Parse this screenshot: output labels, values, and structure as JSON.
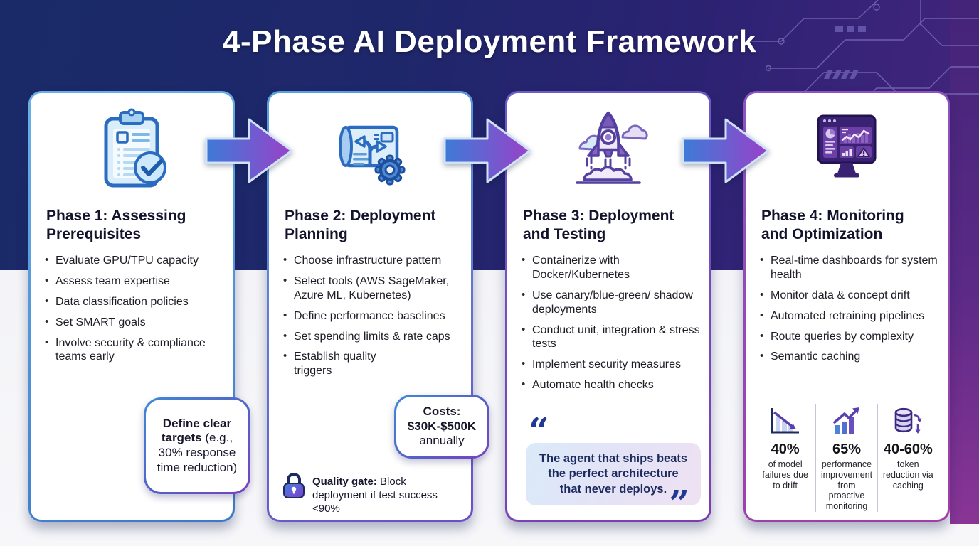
{
  "title": "4-Phase AI Deployment Framework",
  "colors": {
    "background_navy": "#1a2a68",
    "background_purple": "#44257e",
    "card_border_blue": "#4a93d8",
    "card_border_purple": "#7b3fae",
    "arrow_blue": "#3d7bd8",
    "arrow_purple": "#9a41c8",
    "quote_navy": "#1c2a5e",
    "text_dark": "#1d1d26"
  },
  "quote_marks": {
    "open": "“",
    "close": "”"
  },
  "phases": [
    {
      "icon": "clipboard-checklist-icon",
      "title": "Phase 1: Assessing Prerequisites",
      "bullets": [
        "Evaluate GPU/TPU capacity",
        "Assess team expertise",
        "Data classification policies",
        "Set SMART goals",
        "Involve security & compliance teams early"
      ],
      "callout": {
        "bold": "Define clear targets",
        "rest": " (e.g., 30% response time reduction)"
      }
    },
    {
      "icon": "blueprint-gear-icon",
      "title": "Phase 2: Deployment Planning",
      "bullets": [
        "Choose infrastructure pattern",
        "Select tools (AWS SageMaker, Azure ML, Kubernetes)",
        "Define performance baselines",
        "Set spending limits & rate caps",
        "Establish quality triggers"
      ],
      "callout": {
        "bold": "Costs: $30K-$500K",
        "rest": " annually"
      },
      "quality_gate": {
        "bold": "Quality gate:",
        "rest": " Block deployment if test success <90%"
      }
    },
    {
      "icon": "rocket-launch-icon",
      "title": "Phase 3: Deployment and Testing",
      "bullets": [
        "Containerize with Docker/Kubernetes",
        "Use canary/blue-green/ shadow deployments",
        "Conduct unit, integration & stress tests",
        "Implement security measures",
        "Automate health checks"
      ],
      "quote": "The agent that ships beats the perfect architecture that never deploys."
    },
    {
      "icon": "dashboard-monitor-icon",
      "title": "Phase 4: Monitoring and Optimization",
      "bullets": [
        "Real-time dashboards for system health",
        "Monitor data & concept drift",
        "Automated retraining pipelines",
        "Route queries by complexity",
        "Semantic caching"
      ],
      "stats": [
        {
          "icon": "declining-chart-icon",
          "value": "40%",
          "label": "of model failures due to drift"
        },
        {
          "icon": "rising-chart-icon",
          "value": "65%",
          "label": "performance improvement from proactive monitoring"
        },
        {
          "icon": "database-caching-icon",
          "value": "40-60%",
          "label": "token reduction via caching"
        }
      ]
    }
  ]
}
